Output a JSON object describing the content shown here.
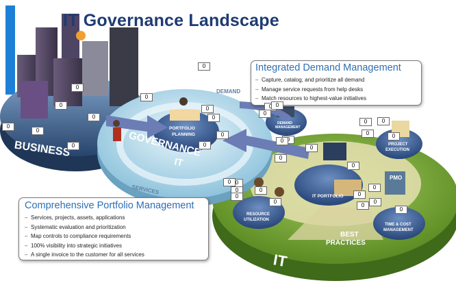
{
  "title": "IT Governance Landscape",
  "demand_callout": {
    "heading": "Integrated Demand Management",
    "items": [
      "Capture, catalog, and prioritize all demand",
      "Manage service requests from help desks",
      "Match resources to highest-value initiatives"
    ]
  },
  "portfolio_callout": {
    "heading": "Comprehensive Portfolio Management",
    "items": [
      "Services, projects, assets, applications",
      "Systematic evaluation and prioritization",
      "Map controls to compliance requirements",
      "100% visibility into strategic initiatives",
      "A single invoice to the customer for all services"
    ]
  },
  "diagram_labels": {
    "business": "BUSINESS",
    "it_governance_1": "IT",
    "it_governance_2": "GOVERNANCE",
    "demand": "DEMAND",
    "services": "SERVICES",
    "portfolio_planning_1": "PORTFOLIO",
    "portfolio_planning_2": "PLANNING",
    "demand_management_1": "DEMAND",
    "demand_management_2": "MANAGEMENT",
    "project_execution_1": "PROJECT",
    "project_execution_2": "EXECUTION",
    "it_portfolio": "IT PORTFOLIO",
    "resource_utilization_1": "RESOURCE",
    "resource_utilization_2": "UTILIZATION",
    "time_cost_1": "TIME & COST",
    "time_cost_2": "MANAGEMENT",
    "best_practices_1": "BEST",
    "best_practices_2": "PRACTICES",
    "it": "IT",
    "pmo": "PMO"
  },
  "markers": [
    "0",
    "0",
    "0",
    "0",
    "0",
    "0",
    "0",
    "0",
    "0",
    "0",
    "0",
    "0",
    "0",
    "0",
    "0",
    "0",
    "0",
    "0",
    "0",
    "0",
    "0",
    "0",
    "0",
    "0",
    "0",
    "0",
    "0",
    "0",
    "0",
    "0",
    "0",
    "0",
    "0",
    "0",
    "0"
  ],
  "colors": {
    "title": "#1f3b74",
    "heading": "#2e6fb5",
    "business_disk": "#2d4a72",
    "governance_disk": "#a9d3e6",
    "it_disk": "#6c9a2e",
    "it_inner": "#e7e2b6",
    "arrow": "#6b7db4"
  }
}
